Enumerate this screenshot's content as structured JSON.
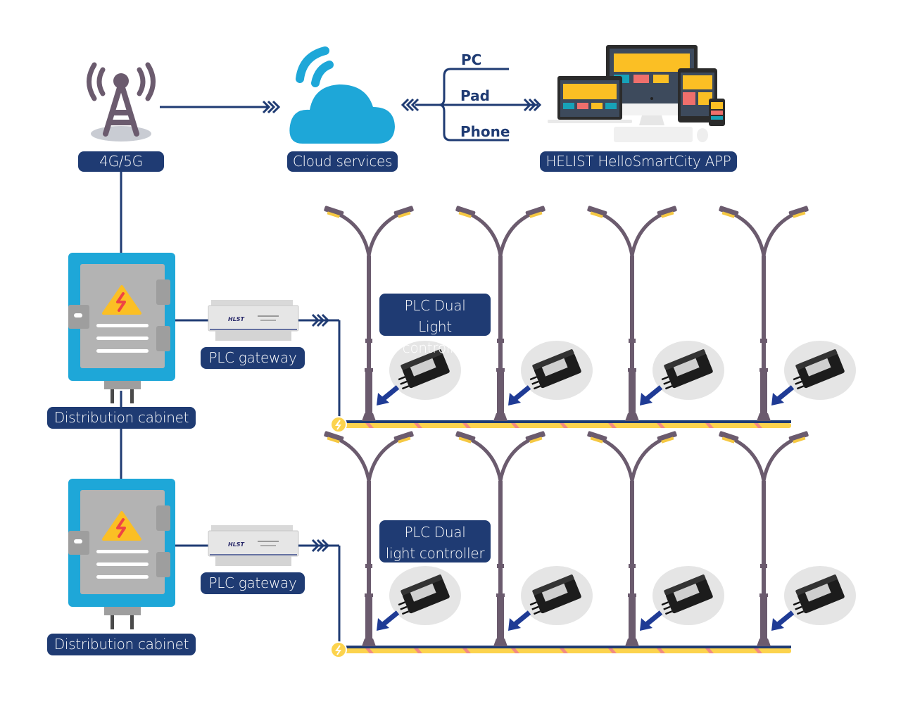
{
  "diagram": {
    "top": {
      "tower_label": "4G/5G",
      "cloud_label": "Cloud services",
      "app_label": "HELIST HelloSmartCity APP",
      "devices": [
        "PC",
        "Pad",
        "Phone"
      ]
    },
    "rows": [
      {
        "cabinet_label": "Distribution cabinet",
        "gateway_label": "PLC gateway",
        "controller_label_line1": "PLC Dual",
        "controller_label_line2": "Light controller",
        "lamp_count": 4
      },
      {
        "cabinet_label": "Distribution cabinet",
        "gateway_label": "PLC gateway",
        "controller_label_line1": "PLC Dual",
        "controller_label_line2": "light controller",
        "lamp_count": 4
      }
    ],
    "colors": {
      "navy": "#1f3b73",
      "cloud_blue": "#1ea7d8",
      "cabinet_blue": "#1ea7d8",
      "cabinet_gray": "#b3b3b3",
      "warning_yellow": "#fbbf24",
      "warning_red": "#ef4444",
      "pole": "#6b5b6e",
      "lamp_light": "#f5c842",
      "cable_yellow": "#fcd34d",
      "cable_stripe": "#f28b82",
      "controller_bg": "#e5e5e5",
      "controller_body": "#222222"
    }
  }
}
